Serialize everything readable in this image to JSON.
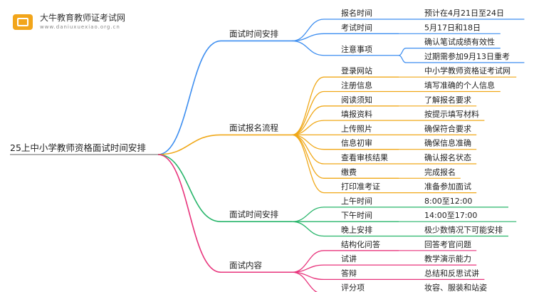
{
  "logo": {
    "name": "大牛教育教师证考试网",
    "url": "www.daniuxuexiao.org.cn"
  },
  "root": "25上中小学教师资格面试时间安排",
  "branches": [
    {
      "label": "面试时间安排",
      "color": "#3d8ef0",
      "items": [
        {
          "label": "报名时间",
          "values": [
            "预计在4月21日至24日"
          ]
        },
        {
          "label": "考试时间",
          "values": [
            "5月17日和18日"
          ]
        },
        {
          "label": "注意事项",
          "values": [
            "确认笔试成绩有效性",
            "过期需参加9月13日重考"
          ]
        }
      ]
    },
    {
      "label": "面试报名流程",
      "color": "#f0a818",
      "items": [
        {
          "label": "登录网站",
          "values": [
            "中小学教师资格证考试网"
          ]
        },
        {
          "label": "注册信息",
          "values": [
            "填写准确的个人信息"
          ]
        },
        {
          "label": "阅读须知",
          "values": [
            "了解报名要求"
          ]
        },
        {
          "label": "填报资料",
          "values": [
            "按提示填写材料"
          ]
        },
        {
          "label": "上传照片",
          "values": [
            "确保符合要求"
          ]
        },
        {
          "label": "信息初审",
          "values": [
            "确保信息准确"
          ]
        },
        {
          "label": "查看审核结果",
          "values": [
            "确认报名状态"
          ]
        },
        {
          "label": "缴费",
          "values": [
            "完成报名"
          ]
        },
        {
          "label": "打印准考证",
          "values": [
            "准备参加面试"
          ]
        }
      ]
    },
    {
      "label": "面试时间安排",
      "color": "#27b56a",
      "items": [
        {
          "label": "上午时间",
          "values": [
            "8:00至12:00"
          ]
        },
        {
          "label": "下午时间",
          "values": [
            "14:00至17:00"
          ]
        },
        {
          "label": "晚上安排",
          "values": [
            "极少数情况下可能安排"
          ]
        }
      ]
    },
    {
      "label": "面试内容",
      "color": "#e8347c",
      "items": [
        {
          "label": "结构化问答",
          "values": [
            "回答考官问题"
          ]
        },
        {
          "label": "试讲",
          "values": [
            "教学演示能力"
          ]
        },
        {
          "label": "答辩",
          "values": [
            "总结和反思试讲"
          ]
        },
        {
          "label": "评分项",
          "values": [
            "妆容、服装和站姿"
          ]
        }
      ]
    }
  ]
}
